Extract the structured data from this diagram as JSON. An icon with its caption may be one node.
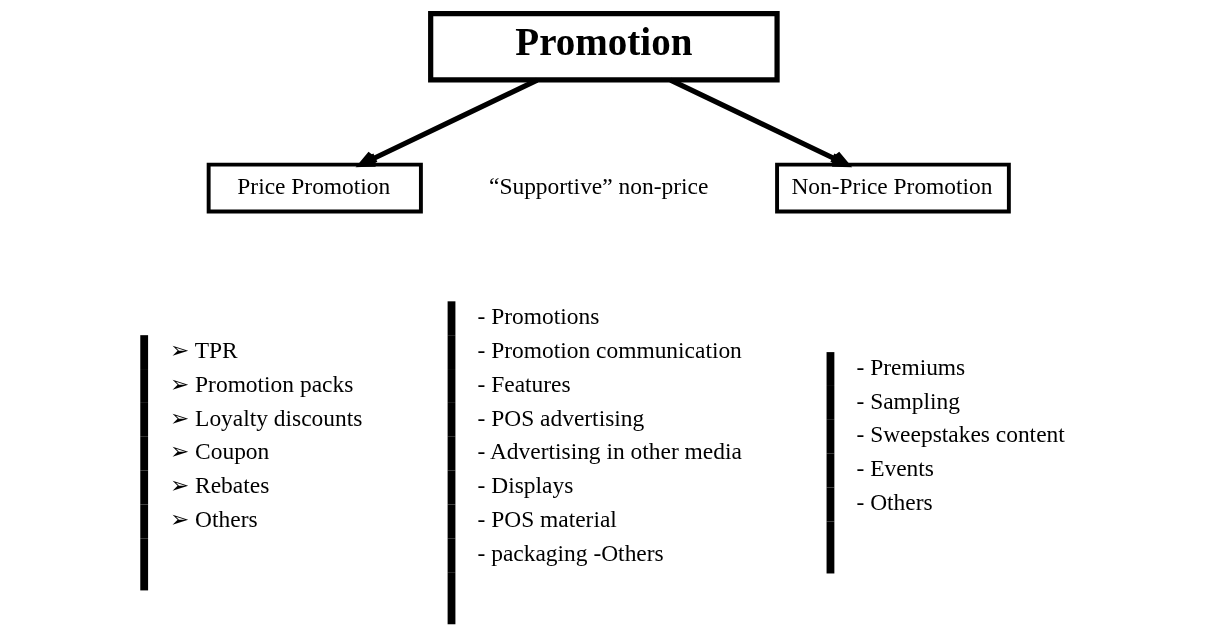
{
  "diagram": {
    "nodes": [
      {
        "text": [
          "Promotion"
        ]
      },
      {
        "text": [
          "Price Promotion"
        ]
      },
      {
        "text": [
          "Non-Price Promotion"
        ]
      }
    ],
    "edges": [
      {
        "from": 0,
        "to": 1,
        "arrow": "to"
      },
      {
        "from": 0,
        "to": 2,
        "arrow": "to"
      }
    ],
    "labels": [
      "“Supportive” non-price",
      "➢ TPR",
      "➢ Promotion packs",
      "➢ Loyalty discounts",
      "➢ Coupon",
      "➢ Rebates",
      "➢ Others",
      "- Promotions",
      "- Promotion communication",
      "- Features",
      "- POS advertising",
      "- Advertising in other media",
      "- Displays",
      " - POS material",
      "- packaging -Others",
      "- Premiums",
      "- Sampling",
      "- Sweepstakes content",
      "- Events",
      "- Others"
    ]
  }
}
